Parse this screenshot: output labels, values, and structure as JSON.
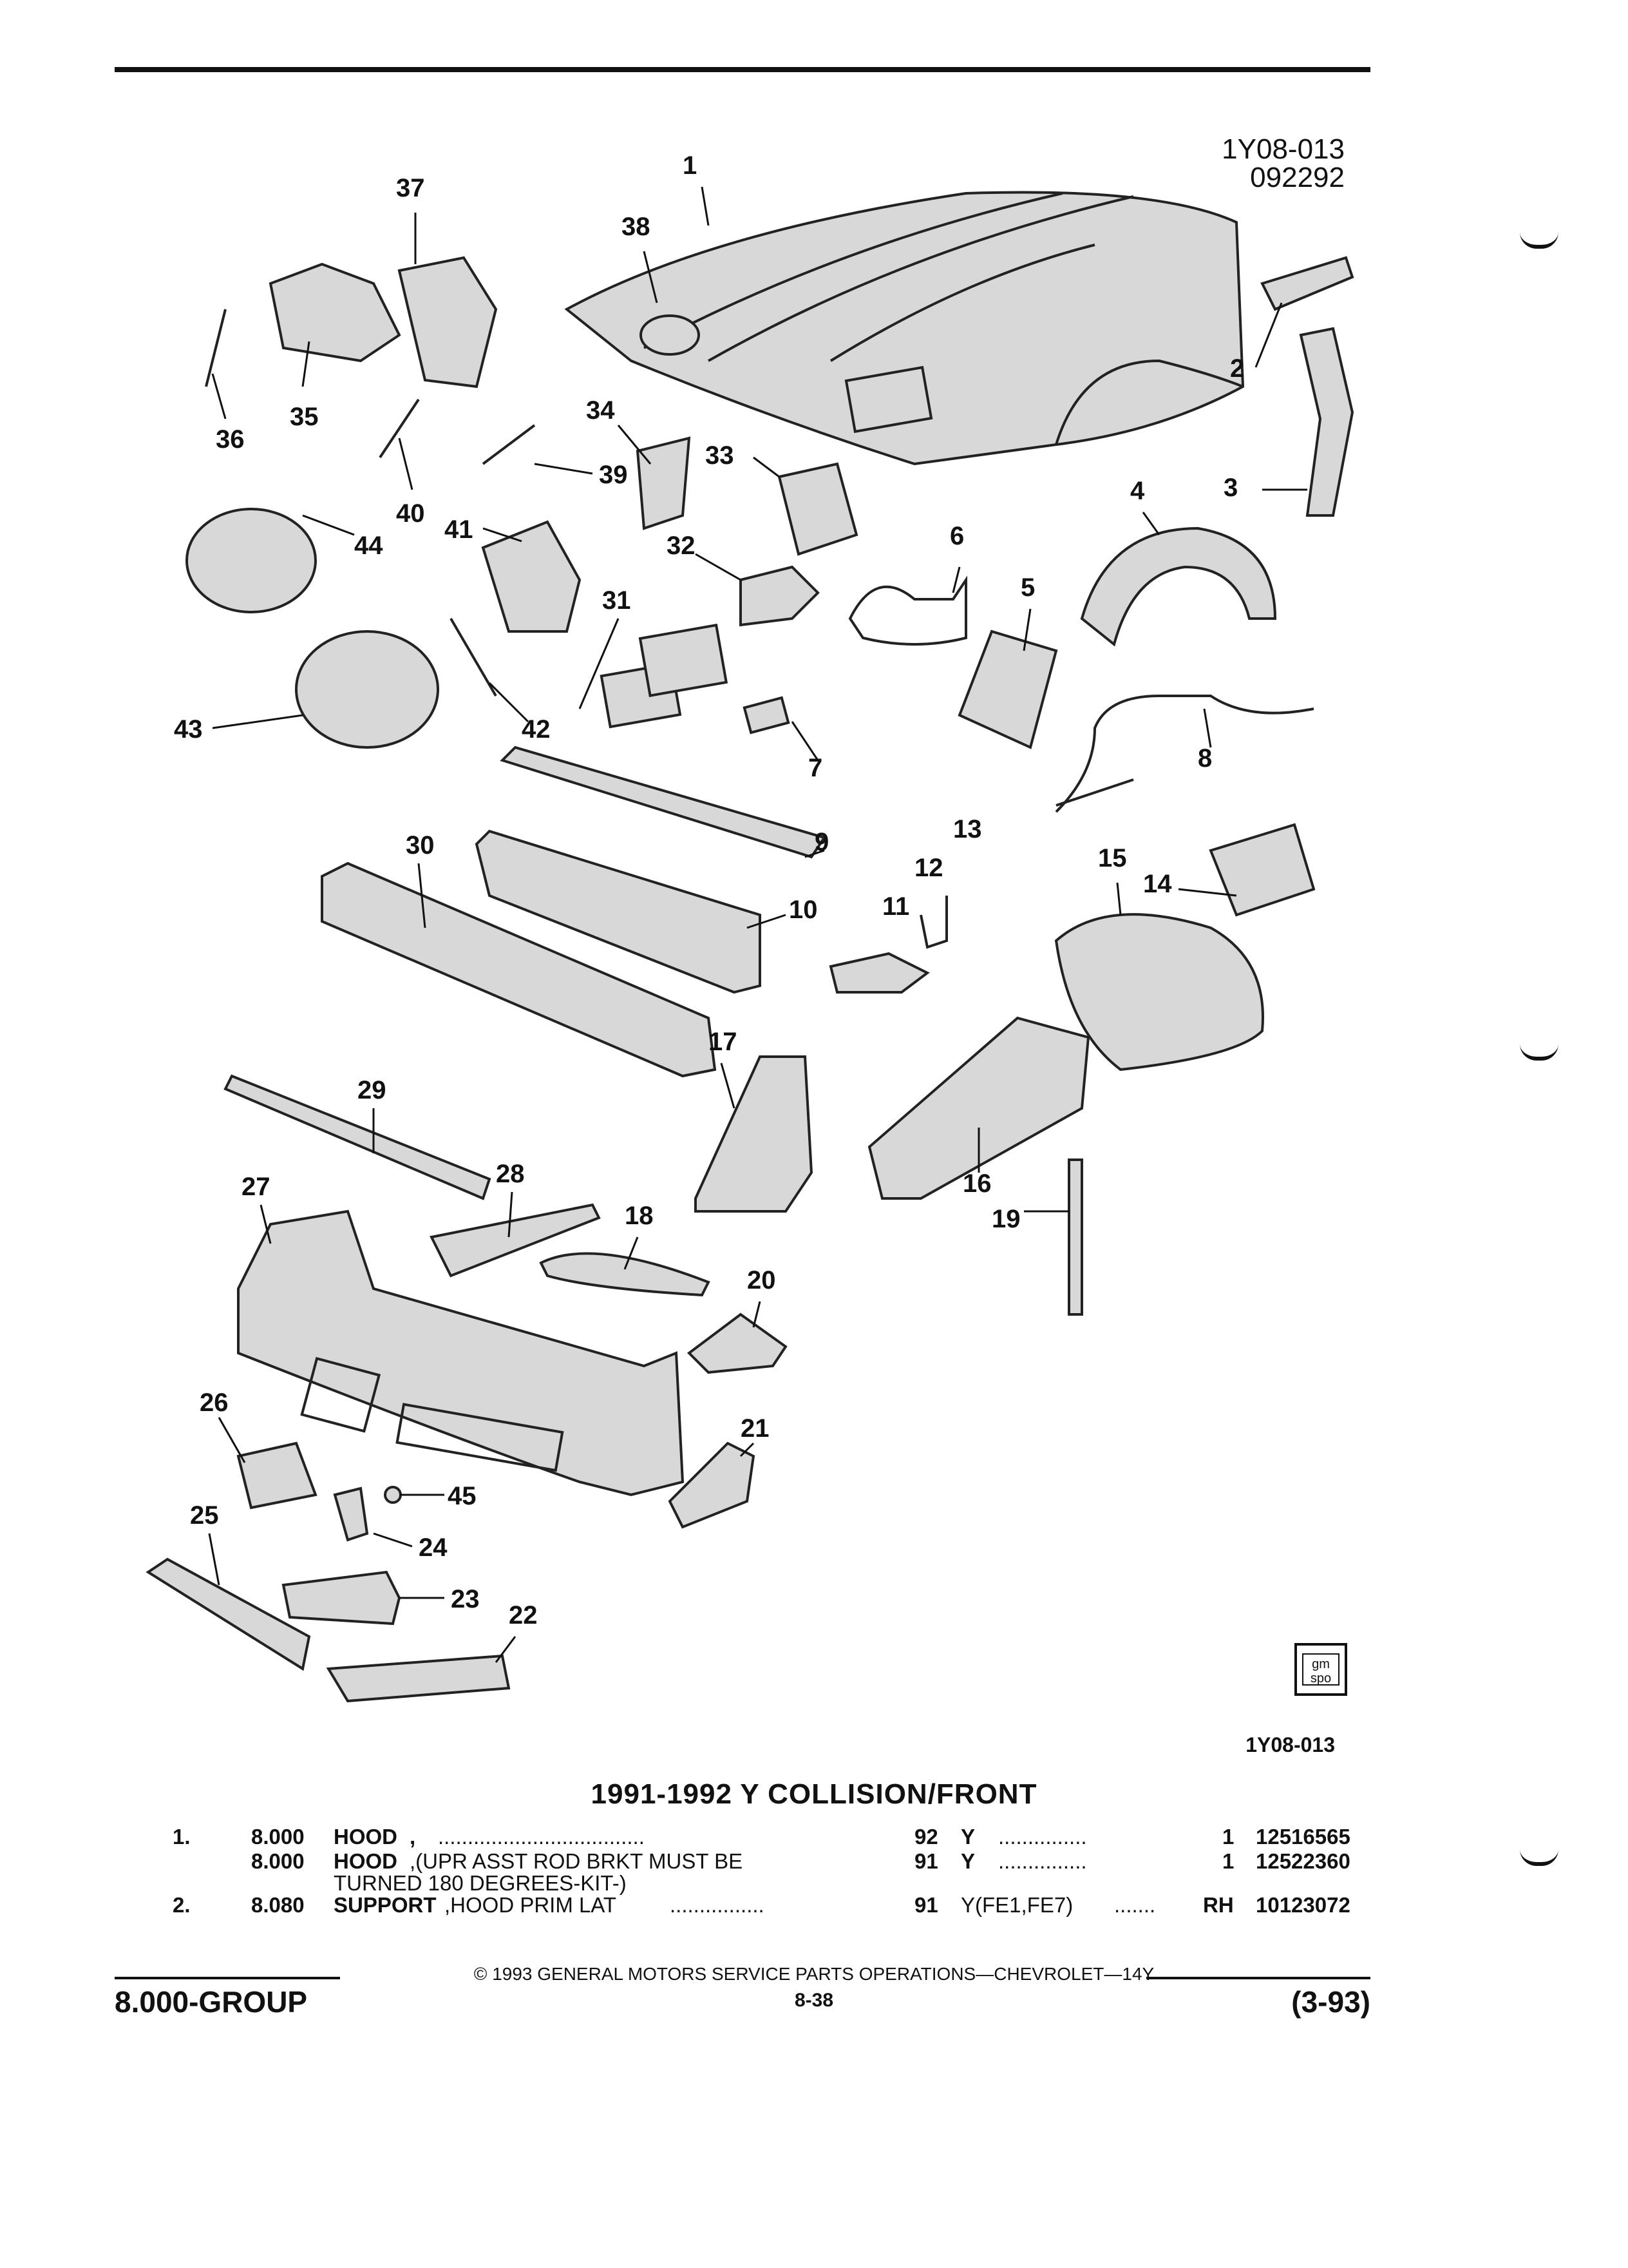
{
  "diagram": {
    "code": "1Y08-013",
    "date_code": "092292",
    "code_bottom": "1Y08-013",
    "logo_text": "gm spo",
    "callouts": [
      "1",
      "2",
      "3",
      "4",
      "5",
      "6",
      "7",
      "8",
      "9",
      "10",
      "11",
      "12",
      "13",
      "14",
      "15",
      "16",
      "17",
      "18",
      "19",
      "20",
      "21",
      "22",
      "23",
      "24",
      "25",
      "26",
      "27",
      "28",
      "29",
      "30",
      "31",
      "32",
      "33",
      "34",
      "35",
      "36",
      "37",
      "38",
      "39",
      "40",
      "41",
      "42",
      "43",
      "44",
      "45"
    ]
  },
  "section_title": "1991-1992 Y COLLISION/FRONT",
  "parts": [
    {
      "item": "1.",
      "group": "8.000",
      "desc": "HOOD",
      "desc_suffix": ",",
      "dots": "...................................",
      "year": "92",
      "model": "Y",
      "model_dots": "...............",
      "qty": "1",
      "part_no": "12516565"
    },
    {
      "item": "",
      "group": "8.000",
      "desc": "HOOD",
      "desc_suffix": ",(UPR ASST ROD BRKT MUST BE",
      "desc_line2": "TURNED 180 DEGREES-KIT-)",
      "dots": "",
      "year": "91",
      "model": "Y",
      "model_dots": "...............",
      "qty": "1",
      "part_no": "12522360"
    },
    {
      "item": "2.",
      "group": "8.080",
      "desc": "SUPPORT",
      "desc_suffix": ",HOOD PRIM LAT",
      "dots": "................",
      "year": "91",
      "model": "Y(FE1,FE7)",
      "model_dots": ".......",
      "qty": "RH",
      "part_no": "10123072"
    }
  ],
  "footer": {
    "copyright": "© 1993 GENERAL MOTORS SERVICE PARTS OPERATIONS—CHEVROLET—14Y",
    "group": "8.000-GROUP",
    "page": "8-38",
    "date": "(3-93)"
  }
}
